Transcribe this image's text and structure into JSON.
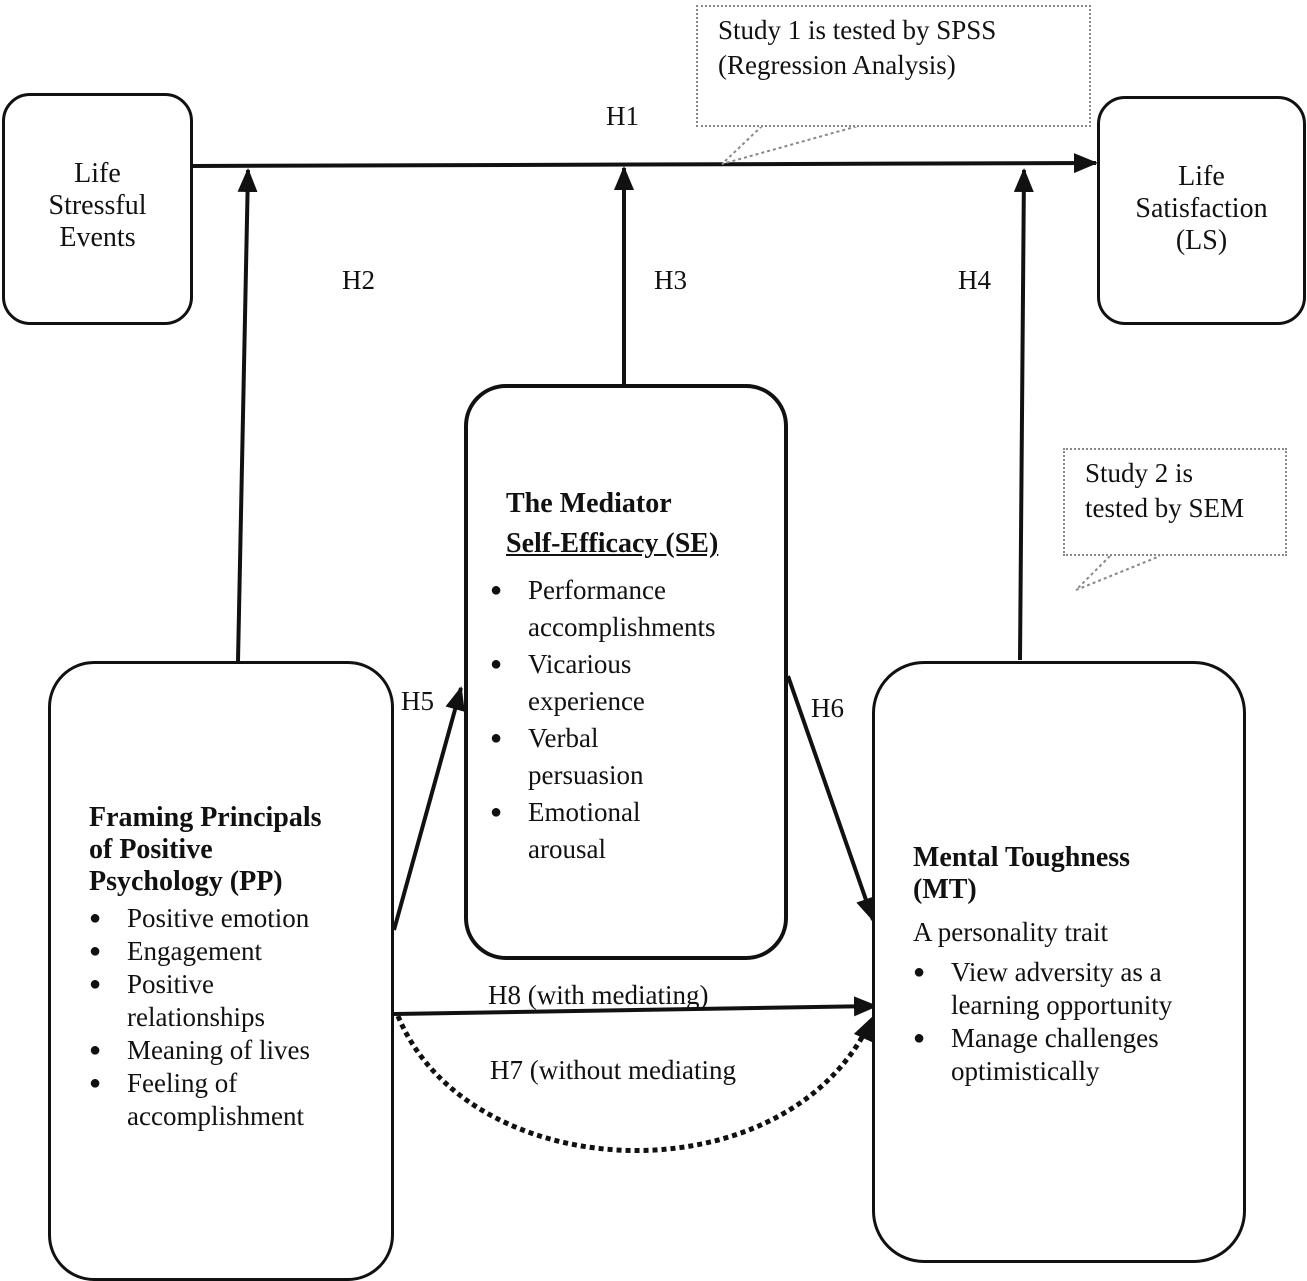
{
  "callouts": {
    "study1_line1": "Study 1 is tested by SPSS",
    "study1_line2": "(Regression Analysis)",
    "study2_line1": "Study 2 is",
    "study2_line2": "tested by SEM"
  },
  "nodes": {
    "lse": {
      "line1": "Life",
      "line2": "Stressful",
      "line3": "Events"
    },
    "ls": {
      "line1": "Life",
      "line2": "Satisfaction",
      "line3": "(LS)"
    },
    "se": {
      "title1": "The Mediator",
      "title2": "Self-Efficacy (SE)",
      "items": [
        [
          "Performance",
          "accomplishments"
        ],
        [
          "Vicarious",
          "experience"
        ],
        [
          "Verbal",
          "persuasion"
        ],
        [
          "Emotional",
          "arousal"
        ]
      ]
    },
    "pp": {
      "title1": "Framing Principals",
      "title2": "of Positive",
      "title3": "Psychology (PP)",
      "items": [
        [
          "Positive emotion"
        ],
        [
          "Engagement"
        ],
        [
          "Positive",
          "relationships"
        ],
        [
          "Meaning of lives"
        ],
        [
          "Feeling of",
          "accomplishment"
        ]
      ]
    },
    "mt": {
      "title1": "Mental Toughness",
      "title2": "(MT)",
      "subtitle": "A personality trait",
      "items": [
        [
          "View adversity as a",
          "learning opportunity"
        ],
        [
          "Manage challenges",
          "optimistically"
        ]
      ]
    }
  },
  "edges": {
    "h1": "H1",
    "h2": "H2",
    "h3": "H3",
    "h4": "H4",
    "h5": "H5",
    "h6": "H6",
    "h7": "H7 (without mediating",
    "h8": "H8 (with mediating)"
  }
}
